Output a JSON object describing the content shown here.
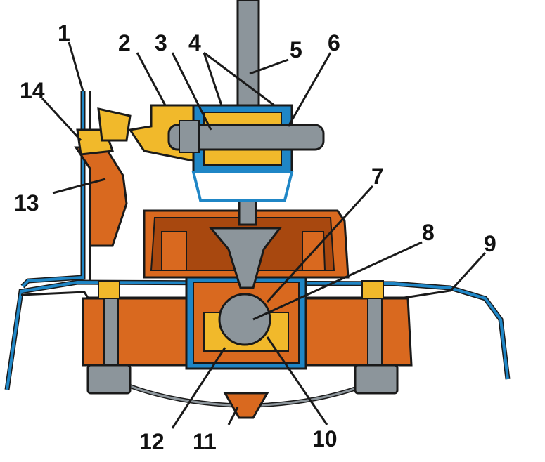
{
  "diagram": {
    "colors": {
      "body": "#d9691f",
      "body_dark": "#a8480f",
      "yellow": "#f1b92b",
      "blue": "#1f86c6",
      "steel": "#8c959b",
      "line": "#1a1a1a"
    },
    "labels": [
      {
        "id": "1",
        "text": "1"
      },
      {
        "id": "2",
        "text": "2"
      },
      {
        "id": "3",
        "text": "3"
      },
      {
        "id": "4",
        "text": "4"
      },
      {
        "id": "5",
        "text": "5"
      },
      {
        "id": "6",
        "text": "6"
      },
      {
        "id": "7",
        "text": "7"
      },
      {
        "id": "8",
        "text": "8"
      },
      {
        "id": "9",
        "text": "9"
      },
      {
        "id": "10",
        "text": "10"
      },
      {
        "id": "11",
        "text": "11"
      },
      {
        "id": "12",
        "text": "12"
      },
      {
        "id": "13",
        "text": "13"
      },
      {
        "id": "14",
        "text": "14"
      }
    ]
  }
}
